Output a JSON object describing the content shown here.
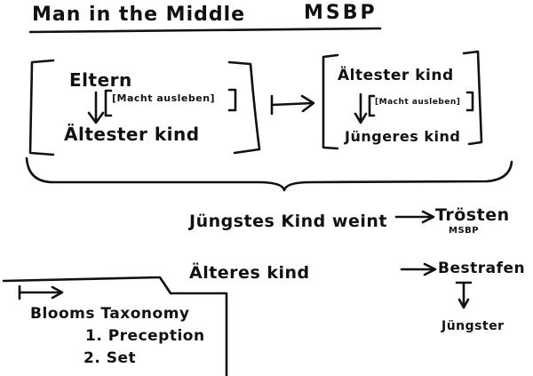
{
  "header": {
    "title": "Man in the Middle",
    "tag": "MSBP"
  },
  "left_box": {
    "top": "Eltern",
    "label": "[Macht ausleben]",
    "bottom": "Ältester kind"
  },
  "right_box": {
    "top": "Ältester kind",
    "label": "[Macht ausleben]",
    "bottom": "Jüngeres kind"
  },
  "flow": {
    "row1_left": "Jüngstes Kind weint",
    "row1_right": "Trösten",
    "row1_sub": "MSBP",
    "row2_left": "Älteres kind",
    "row2_right": "Bestrafen",
    "row2_down": "Jüngster"
  },
  "notes": {
    "title": "Blooms Taxonomy",
    "item1": "1. Preception",
    "item2": "2. Set"
  }
}
